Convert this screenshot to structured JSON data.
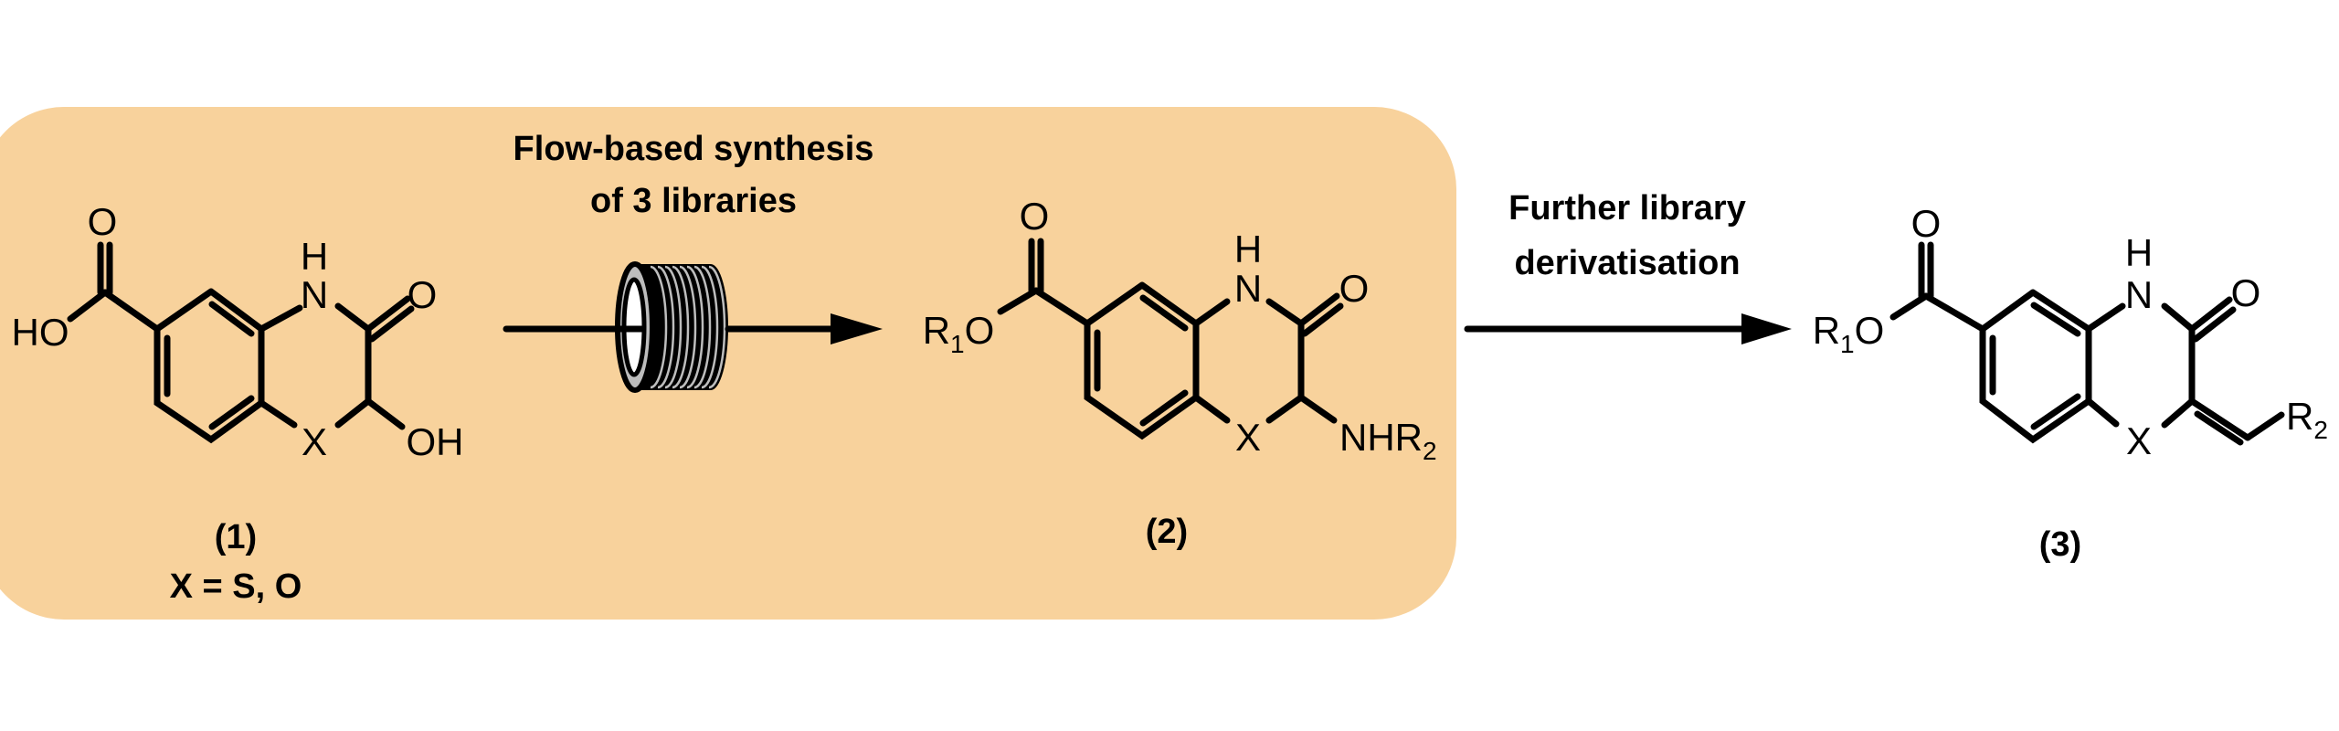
{
  "colors": {
    "panel": "#F8D29C",
    "ink": "#000000",
    "coil_inner": "#FFFFFF",
    "coil_rim": "#BDBDBD"
  },
  "step1": {
    "caption_line1": "Flow-based synthesis",
    "caption_line2": "of 3 libraries",
    "reactor_icon": "flow-coil-reactor-icon"
  },
  "step2": {
    "caption_line1": "Further library",
    "caption_line2": "derivatisation"
  },
  "compound1": {
    "label": "(1)",
    "note": "X = S, O",
    "atoms": {
      "carbonyl_o": "O",
      "ho": "HO",
      "nh_h": "H",
      "nh_n": "N",
      "lactam_o": "O",
      "x": "X",
      "oh": "OH"
    }
  },
  "compound2": {
    "label": "(2)",
    "atoms": {
      "r": "R",
      "r_sub": "1",
      "ester_o": "O",
      "carbonyl_o": "O",
      "nh_h": "H",
      "nh_n": "N",
      "lactam_o": "O",
      "x": "X",
      "nhr": "NHR",
      "nhr_sub": "2"
    }
  },
  "compound3": {
    "label": "(3)",
    "atoms": {
      "r": "R",
      "r_sub": "1",
      "ester_o": "O",
      "carbonyl_o": "O",
      "nh_h": "H",
      "nh_n": "N",
      "lactam_o": "O",
      "x": "X",
      "r2": "R",
      "r2_sub": "2"
    }
  }
}
